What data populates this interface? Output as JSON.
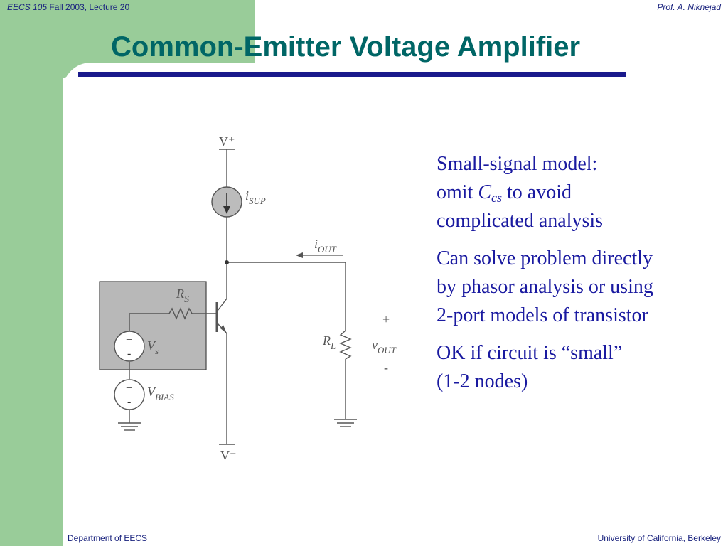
{
  "header": {
    "course": "EECS 105",
    "term": "Fall 2003, Lecture 20",
    "author": "Prof. A. Niknejad"
  },
  "slide": {
    "title": "Common-Emitter Voltage Amplifier"
  },
  "bullets": {
    "p1_line1": "Small-signal model:",
    "p1_omit": "omit",
    "p1_C": "C",
    "p1_cs": "cs",
    "p1_to_avoid": "to avoid",
    "p1_line3": "complicated analysis",
    "p2_line1": "Can solve problem directly",
    "p2_line2": "by phasor analysis or using",
    "p2_line3": "2-port models of transistor",
    "p3_line1": "OK if circuit is “small”",
    "p3_line2": "(1-2 nodes)"
  },
  "circuit": {
    "v_plus": "V⁺",
    "v_minus": "V⁻",
    "i_sup_main": "i",
    "i_sup_sub": "SUP",
    "i_out_main": "i",
    "i_out_sub": "OUT",
    "rs_main": "R",
    "rs_sub": "S",
    "rl_main": "R",
    "rl_sub": "L",
    "vs_main": "V",
    "vs_sub": "s",
    "vbias_main": "V",
    "vbias_sub": "BIAS",
    "vout_main": "v",
    "vout_sub": "OUT",
    "plus": "+",
    "minus": "-"
  },
  "footer": {
    "left": "Department of EECS",
    "right": "University of California, Berkeley"
  },
  "colors": {
    "green_band": "#99cc99",
    "title": "#006666",
    "rule": "#1a1a8c",
    "body_text": "#1a1aa0",
    "circuit_box": "#b8b8b8"
  },
  "icons": {
    "current_source": "current-source-symbol",
    "ground": "ground-symbol",
    "transistor": "npn-transistor-symbol"
  }
}
